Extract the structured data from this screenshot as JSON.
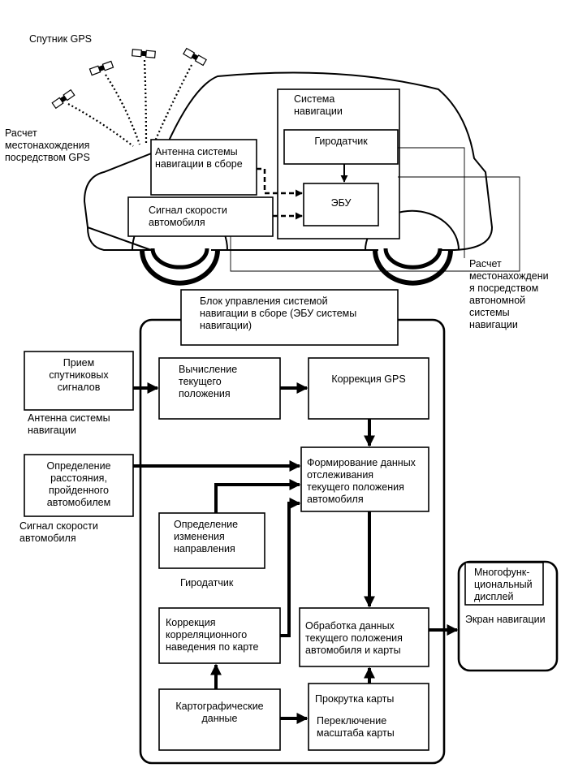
{
  "top": {
    "satellite_label": "Спутник GPS",
    "gps_calc_label": "Расчет\nместонахождения\nпосредством GPS",
    "nav_system_label": "Система\nнавигации",
    "gyro_label": "Гиродатчик",
    "antenna_box_label": "Антенна системы\nнавигации в сборе",
    "speed_box_label": "Сигнал скорости\nавтомобиля",
    "ecu_label": "ЭБУ",
    "autonomous_calc_label": "Расчет\nместонахождени\nя посредством\nавтономной\nсистемы\nнавигации"
  },
  "bottom": {
    "control_unit_title": "Блок управления системой\nнавигации в сборе (ЭБУ системы\nнавигации)",
    "satellite_reception": "Прием\nспутниковых\nсигналов",
    "antenna_caption": "Антенна системы\nнавигации",
    "distance_box": "Определение\nрасстояния,\nпройденного\nавтомобилем",
    "speed_caption": "Сигнал скорости\nавтомобиля",
    "position_calc": "Вычисление\nтекущего\nположения",
    "gps_correction": "Коррекция GPS",
    "tracking_data": "Формирование данных\nотслеживания\nтекущего положения\nавтомобиля",
    "direction_change": "Определение\nизменения\nнаправления",
    "gyro_caption": "Гиродатчик",
    "map_matching": "Коррекция\nкорреляционного\nнаведения по карте",
    "data_processing": "Обработка данных\nтекущего положения\nавтомобиля и карты",
    "map_data": "Картографические\nданные",
    "map_scroll": "Прокрутка карты",
    "map_scale": "Переключение\nмасштаба карты",
    "multi_display": "Многофунк-\nциональный\nдисплей",
    "nav_screen": "Экран навигации"
  }
}
